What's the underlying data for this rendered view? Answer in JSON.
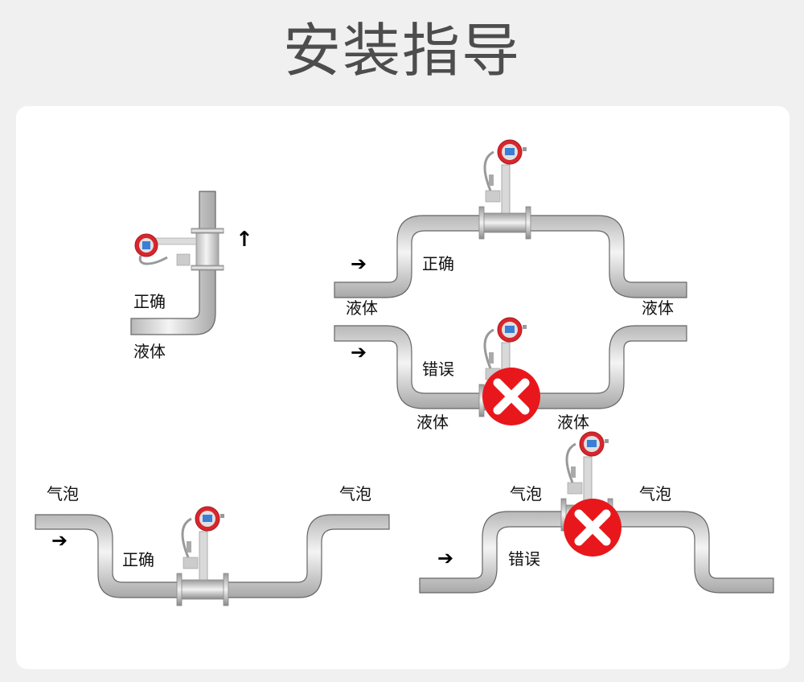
{
  "title": "安装指导",
  "colors": {
    "background": "#f0f0f0",
    "card": "#ffffff",
    "title": "#4d4d4d",
    "error_red": "#e8171c",
    "meter_red": "#d8262c",
    "meter_screen": "#3a7fd6"
  },
  "diagrams": [
    {
      "id": "vertical-up",
      "verdict": "正确",
      "labels": {
        "fluid": "液体",
        "direction": "arrow-up-icon"
      }
    },
    {
      "id": "liquid-high-loop",
      "verdict": "正确",
      "labels": {
        "fluid_left": "液体",
        "fluid_right": "液体",
        "direction": "arrow-right-icon"
      }
    },
    {
      "id": "liquid-low-loop",
      "verdict": "错误",
      "labels": {
        "fluid_left": "液体",
        "fluid_right": "液体",
        "direction": "arrow-right-icon",
        "mark": "error-x-icon"
      }
    },
    {
      "id": "gas-low-loop",
      "verdict": "正确",
      "labels": {
        "bubble_left": "气泡",
        "bubble_right": "气泡",
        "direction": "arrow-right-icon"
      }
    },
    {
      "id": "gas-high-loop",
      "verdict": "错误",
      "labels": {
        "bubble_left": "气泡",
        "bubble_right": "气泡",
        "direction": "arrow-right-icon",
        "mark": "error-x-icon"
      }
    }
  ]
}
